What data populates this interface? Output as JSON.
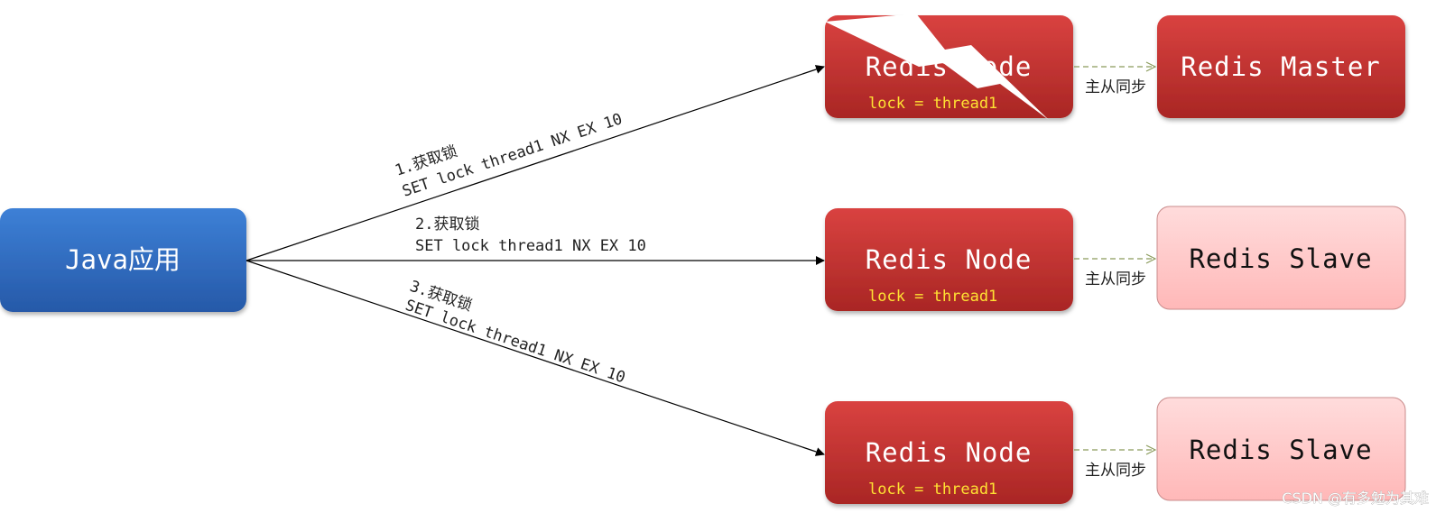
{
  "client": {
    "label": "Java应用",
    "color": "#2f6cc4"
  },
  "nodes": [
    {
      "title": "Redis Node",
      "value": "lock = thread1",
      "failed": true
    },
    {
      "title": "Redis Node",
      "value": "lock = thread1",
      "failed": false
    },
    {
      "title": "Redis Node",
      "value": "lock = thread1",
      "failed": false
    }
  ],
  "replicas": [
    {
      "title": "Redis Master",
      "role": "master"
    },
    {
      "title": "Redis Slave",
      "role": "slave"
    },
    {
      "title": "Redis Slave",
      "role": "slave"
    }
  ],
  "edges": [
    {
      "step": "1.获取锁",
      "command": "SET lock thread1 NX EX 10"
    },
    {
      "step": "2.获取锁",
      "command": "SET lock thread1 NX EX 10"
    },
    {
      "step": "3.获取锁",
      "command": "SET lock thread1 NX EX 10"
    }
  ],
  "sync_label": "主从同步",
  "watermark": "CSDN @有多勉为其难",
  "colors": {
    "node": "#c6312f",
    "master": "#c6312f",
    "slave": "#ffc9c9",
    "node_value": "#ffe233",
    "sync_arrow": "#8a9a5b"
  }
}
